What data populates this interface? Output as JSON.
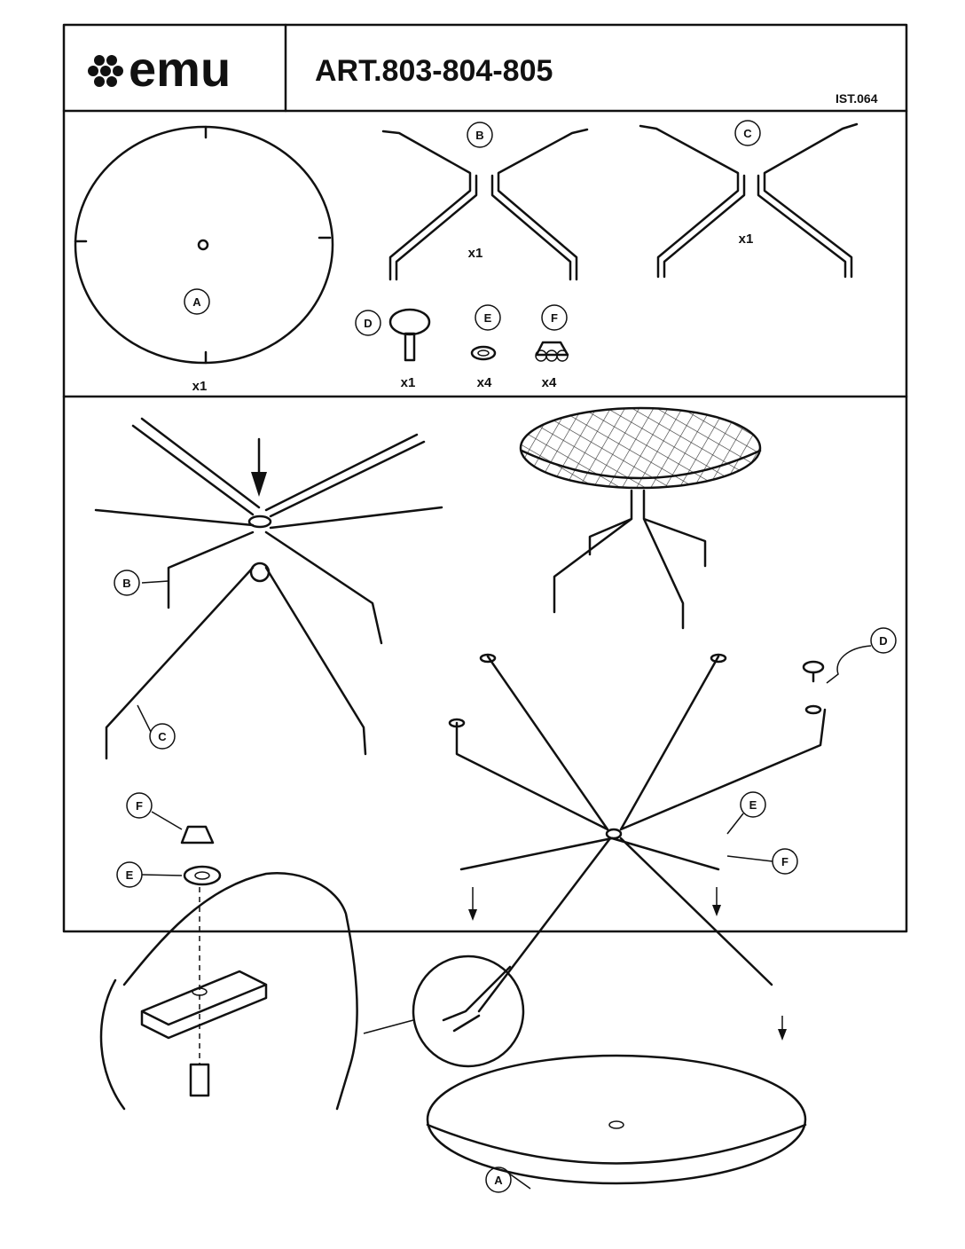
{
  "header": {
    "brand": "emu",
    "title": "ART.803-804-805",
    "code": "IST.064"
  },
  "parts": [
    {
      "letter": "A",
      "qty": "x1"
    },
    {
      "letter": "B",
      "qty": "x1"
    },
    {
      "letter": "C",
      "qty": "x1"
    },
    {
      "letter": "D",
      "qty": "x1"
    },
    {
      "letter": "E",
      "qty": "x4"
    },
    {
      "letter": "F",
      "qty": "x4"
    }
  ],
  "steps": {
    "step1": {
      "label_b": "B",
      "label_c": "C"
    },
    "step3": {
      "label_f": "F",
      "label_e": "E"
    },
    "step4": {
      "label_d": "D",
      "label_e": "E",
      "label_f": "F",
      "label_a": "A"
    }
  }
}
